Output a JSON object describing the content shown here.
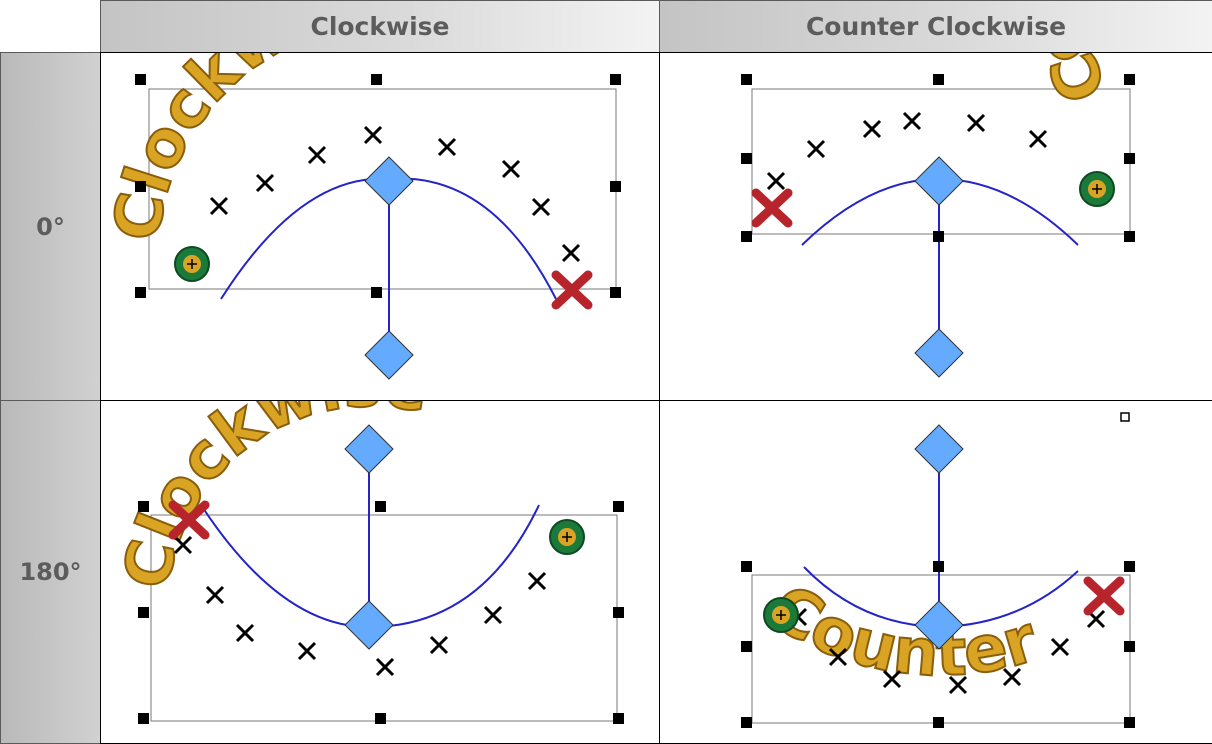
{
  "columns": [
    "Clockwise",
    "Counter Clockwise"
  ],
  "rows": [
    "0°",
    "180°"
  ],
  "cells": {
    "cw0": "Clockwise",
    "ccw0": "Counter",
    "cw180": "Clockwise",
    "ccw180": "Counter"
  },
  "colors": {
    "header_text": "#5c5c5c",
    "embroidery_fill": "#d9a424",
    "arc_line": "#2424c8",
    "handle_diamond": "#64aaff",
    "start_marker": "#1b7a3a",
    "end_marker": "#b8242c"
  }
}
